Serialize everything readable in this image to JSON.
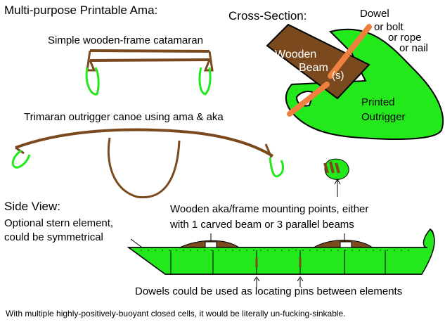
{
  "labels": {
    "title": "Multi-purpose Printable Ama:",
    "catamaran": "Simple wooden-frame catamaran",
    "trimaran": "Trimaran outrigger canoe using ama & aka",
    "cross_section": "Cross-Section:",
    "dowel_1": "Dowel",
    "dowel_2": "or bolt",
    "dowel_3": "or rope",
    "dowel_4": "or nail",
    "beam_1": "Wooden",
    "beam_2": "Beam",
    "beam_3": "(s)",
    "outrigger_1": "Printed",
    "outrigger_2": "Outrigger",
    "side_view": "Side View:",
    "stern_1": "Optional stern element,",
    "stern_2": "could be symmetrical",
    "mount_1": "Wooden aka/frame mounting points, either",
    "mount_2": "with 1 carved beam or 3 parallel beams",
    "dowels_pins": "Dowels could be used as locating pins between elements",
    "footer": "With multiple highly-positively-buoyant closed cells, it would be literally un-fucking-sinkable."
  },
  "colors": {
    "wood": "#7a4a1e",
    "ama_green": "#22e81c",
    "dowel_orange": "#f08040",
    "outline": "#000000"
  }
}
